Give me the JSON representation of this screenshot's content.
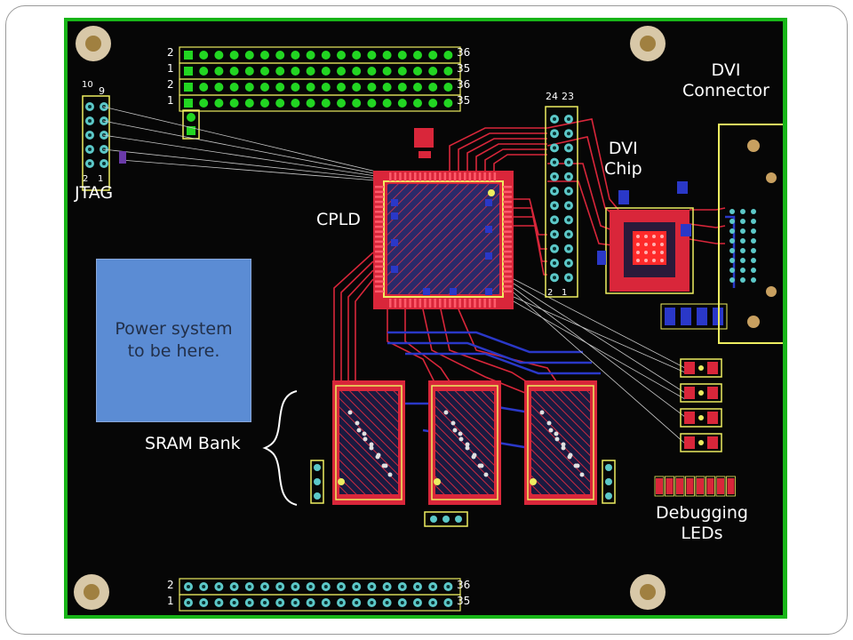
{
  "labels": {
    "dvi_connector_l1": "DVI",
    "dvi_connector_l2": "Connector",
    "dvi_chip_l1": "DVI",
    "dvi_chip_l2": "Chip",
    "jtag": "JTAG",
    "cpld": "CPLD",
    "power_l1": "Power system",
    "power_l2": "to be here.",
    "sram": "SRAM Bank",
    "debug_l1": "Debugging",
    "debug_l2": "LEDs"
  },
  "silkscreen": {
    "pin_labels": [
      {
        "left": "2",
        "right": "36"
      },
      {
        "left": "1",
        "right": "35"
      },
      {
        "left": "2",
        "right": "36"
      },
      {
        "left": "1",
        "right": "35"
      }
    ],
    "bottom_pin_labels": [
      {
        "left": "2",
        "right": "36"
      },
      {
        "left": "1",
        "right": "35"
      }
    ],
    "jtag_top_left": "10",
    "jtag_top_right": "9",
    "jtag_bottom_left": "2",
    "jtag_bottom_right": "1",
    "p1_top_left": "24",
    "p1_top_right": "23",
    "p1_bottom_left": "2",
    "p1_bottom_right": "1"
  },
  "colors": {
    "board": "#060606",
    "edge": "#18b518",
    "copper_top": "#d9263a",
    "copper_bottom": "#2a38c8",
    "silk": "#ecec60",
    "pad_green": "#22d622",
    "pad_teal": "#5cc8c8",
    "power_box": "#5b8cd4",
    "mount_hole": "#d8c8a8"
  }
}
